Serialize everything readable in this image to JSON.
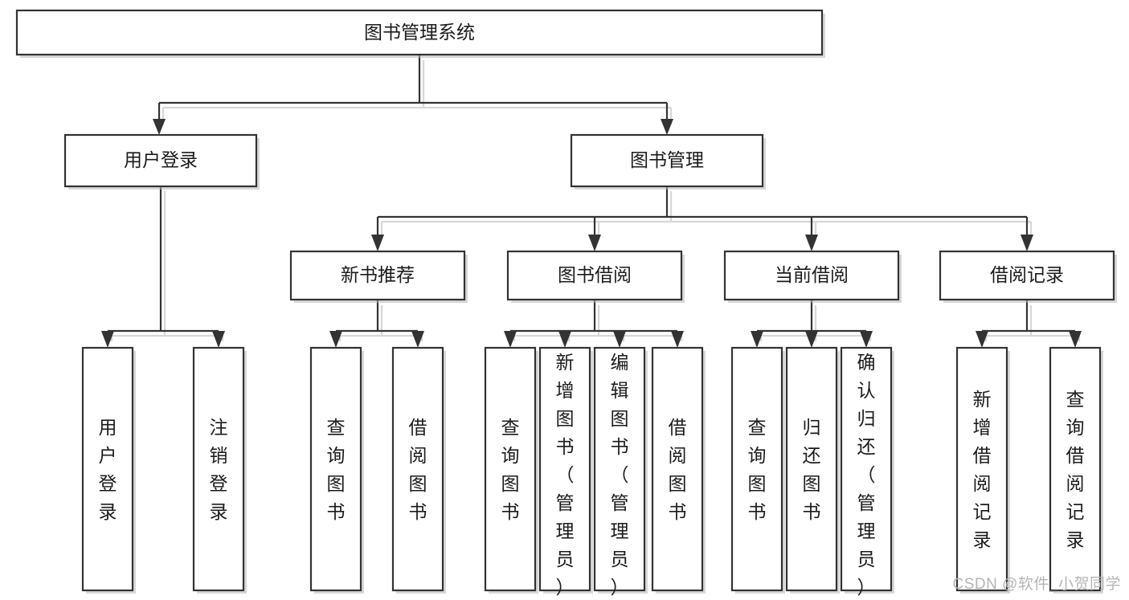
{
  "diagram": {
    "type": "tree-flowchart",
    "title": "图书管理系统",
    "orientation": "top-down",
    "watermark": "CSDN @软件_小贺同学",
    "colors": {
      "node_stroke": "#333333",
      "node_fill": "#ffffff",
      "connector": "#333333",
      "background": "#ffffff",
      "watermark": "#b5b5b5"
    },
    "levels": {
      "root": {
        "label": "图书管理系统"
      },
      "level2": [
        {
          "label": "用户登录"
        },
        {
          "label": "图书管理"
        }
      ],
      "level3": [
        {
          "label": "新书推荐"
        },
        {
          "label": "图书借阅"
        },
        {
          "label": "当前借阅"
        },
        {
          "label": "借阅记录"
        }
      ],
      "leaves": [
        {
          "label": "用户登录",
          "parent": "用户登录"
        },
        {
          "label": "注销登录",
          "parent": "用户登录"
        },
        {
          "label": "查询图书",
          "parent": "新书推荐"
        },
        {
          "label": "借阅图书",
          "parent": "新书推荐"
        },
        {
          "label": "查询图书",
          "parent": "图书借阅"
        },
        {
          "label": "新增图书（管理员）",
          "parent": "图书借阅"
        },
        {
          "label": "编辑图书（管理员）",
          "parent": "图书借阅"
        },
        {
          "label": "借阅图书",
          "parent": "图书借阅"
        },
        {
          "label": "查询图书",
          "parent": "当前借阅"
        },
        {
          "label": "归还图书",
          "parent": "当前借阅"
        },
        {
          "label": "确认归还（管理员）",
          "parent": "当前借阅"
        },
        {
          "label": "新增借阅记录",
          "parent": "借阅记录"
        },
        {
          "label": "查询借阅记录",
          "parent": "借阅记录"
        }
      ]
    }
  }
}
